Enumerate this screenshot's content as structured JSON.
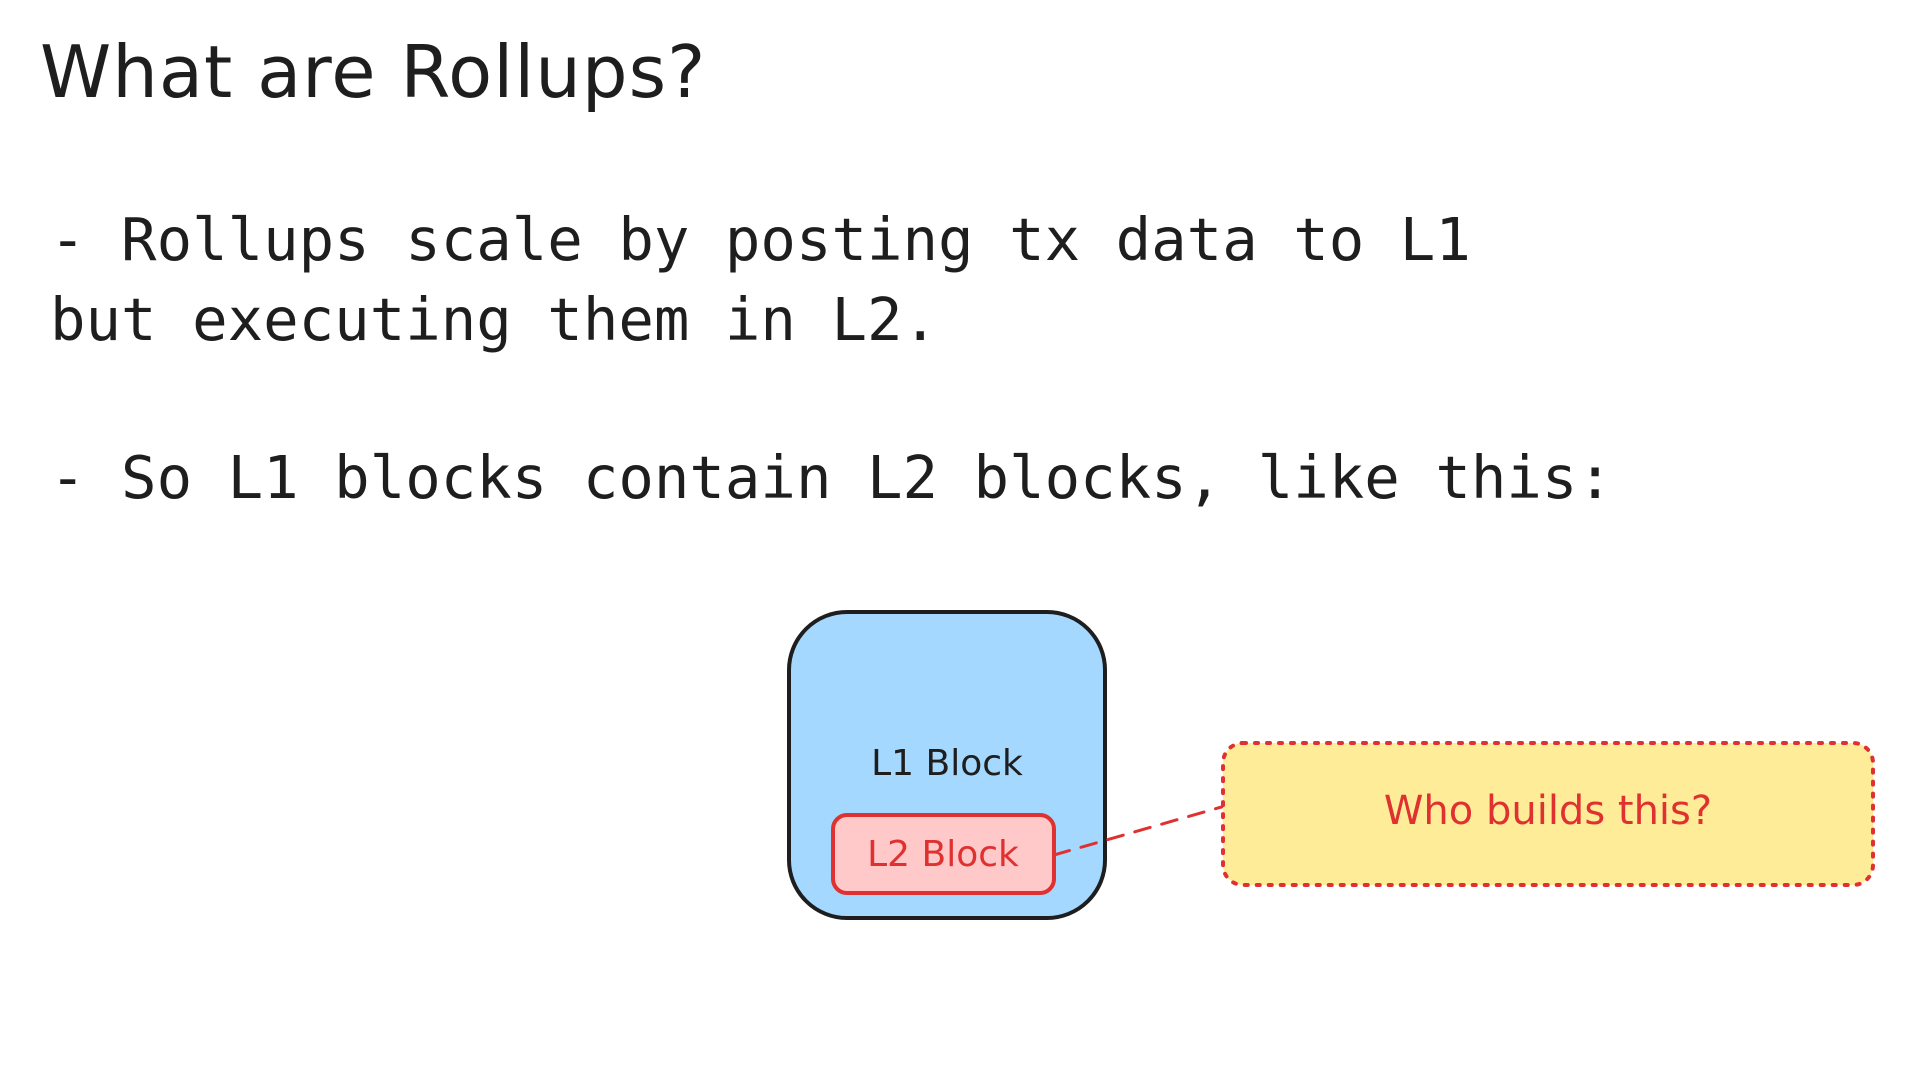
{
  "slide": {
    "title": "What are Rollups?",
    "bullets": [
      [
        "- Rollups scale by posting tx data to L1",
        "but executing them in L2."
      ],
      [
        "- So L1 blocks contain L2 blocks, like this:"
      ]
    ]
  },
  "diagram": {
    "l1_block_label": "L1 Block",
    "l2_block_label": "L2 Block",
    "callout_text": "Who builds this?",
    "colors": {
      "l1_fill": "#a5d8ff",
      "l1_stroke": "#1e1e1e",
      "l2_fill": "#ffc9c9",
      "l2_stroke": "#e03131",
      "callout_fill": "#ffec99",
      "callout_stroke": "#e03131",
      "connector": "#e03131",
      "text_dark": "#1e1e1e",
      "text_red": "#e03131"
    }
  }
}
